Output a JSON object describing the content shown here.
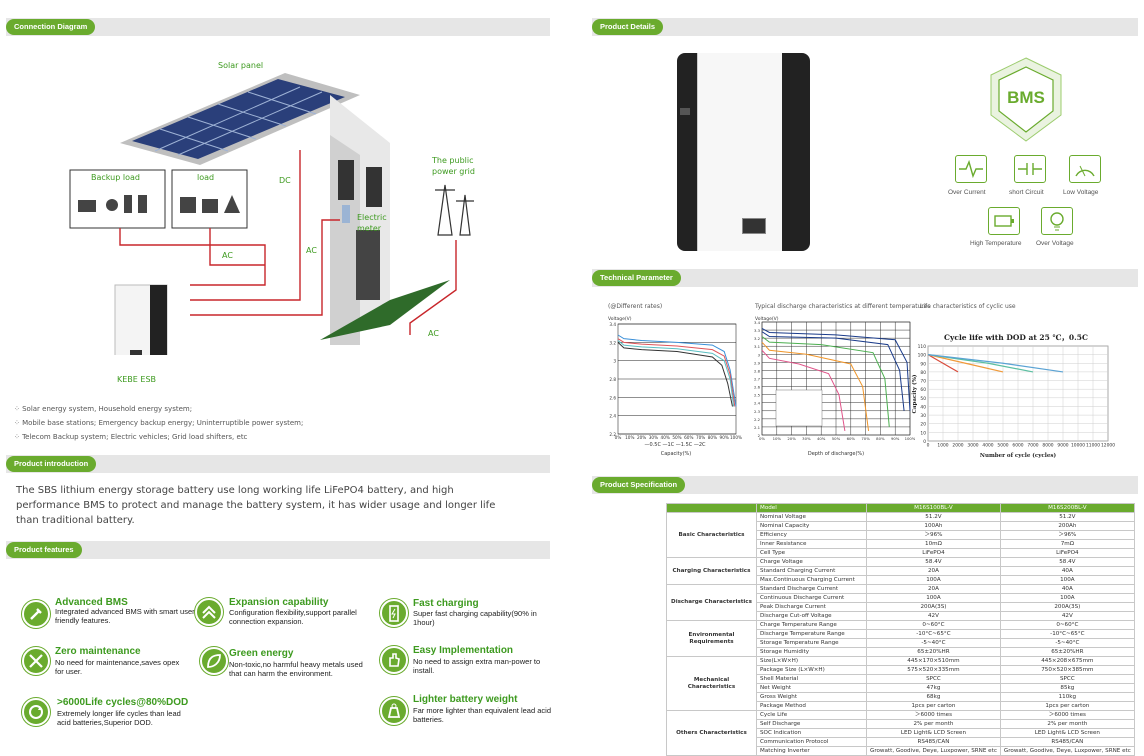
{
  "sections": {
    "connection": "Connection Diagram",
    "details": "Product Details",
    "technical": "Technical Parameter",
    "intro": "Product introduction",
    "features": "Product features",
    "spec": "Product Specification"
  },
  "diagram": {
    "solar_panel": "Solar panel",
    "backup_load": "Backup load",
    "load": "load",
    "dc": "DC",
    "ac1": "AC",
    "ac2": "AC",
    "ac3": "AC",
    "meter": "Electric meter",
    "grid": "The public power grid",
    "esb": "KEBE ESB",
    "bullets": [
      "Solar energy system, Household energy system;",
      "Mobile base stations; Emergency backup energy; Uninterruptible power system;",
      "Telecom Backup system; Electric vehicles; Grid load shifters, etc"
    ]
  },
  "intro_text": "The SBS lithium energy storage battery use long working life LiFePO4 battery, and high performance BMS to protect and manage the battery system, it has wider usage and longer life than traditional battery.",
  "features": [
    {
      "title": "Advanced BMS",
      "desc": "Integrated advanced BMS with smart user friendly features.",
      "icon": "wrench-icon"
    },
    {
      "title": "Expansion capability",
      "desc": "Configuration flexibility,support parallel connection expansion.",
      "icon": "chevrons-up-icon"
    },
    {
      "title": "Fast charging",
      "desc": "Super fast charging capability(90% in 1hour)",
      "icon": "battery-charging-icon"
    },
    {
      "title": "Zero maintenance",
      "desc": "No need for maintenance,saves opex for user.",
      "icon": "tools-icon"
    },
    {
      "title": "Green energy",
      "desc": "Non-toxic,no harmful heavy metals used that can harm the environment.",
      "icon": "leaf-icon"
    },
    {
      "title": "Easy Implementation",
      "desc": "No need to assign extra man-power to install.",
      "icon": "hand-icon"
    },
    {
      "title": ">6000Life cycles@80%DOD",
      "desc": "Extremely longer life cycles than lead acid batteries,Superior DOD.",
      "icon": "cycle-icon"
    },
    {
      "title": "Lighter battery  weight",
      "desc": "Far more lighter than equivalent lead acid batteries.",
      "icon": "weight-icon"
    }
  ],
  "bms": {
    "badge": "BMS",
    "protections": [
      "Over Current",
      "short Circuit",
      "Low Voltage",
      "High Temperature",
      "Over Voltage"
    ]
  },
  "charts": {
    "c1_title": "(@Different rates)",
    "c1_ylabel": "Voltage(V)",
    "c1_xlabel": "Capacity(%)",
    "c1_legend": [
      "0.5C",
      "1C",
      "1.5C",
      "2C"
    ],
    "c1_xticks": [
      "0%",
      "10%",
      "20%",
      "30%",
      "40%",
      "50%",
      "60%",
      "70%",
      "80%",
      "90%",
      "100%"
    ],
    "c1_yticks": [
      "3.4",
      "3.2",
      "3",
      "2.8",
      "2.6",
      "2.4",
      "2.2"
    ],
    "c2_title": "Typical discharge characteristics at different temperatures",
    "c2_ylabel": "Voltage(V)",
    "c2_xlabel": "Depth of discharge(%)",
    "c2_xticks": [
      "0%",
      "10%",
      "20%",
      "30%",
      "40%",
      "50%",
      "60%",
      "70%",
      "80%",
      "90%",
      "100%"
    ],
    "c2_yticks": [
      "3.4",
      "3.3",
      "3.2",
      "3.1",
      "3",
      "2.9",
      "2.8",
      "2.7",
      "2.6",
      "2.5",
      "2.4",
      "2.3",
      "2.2",
      "2.1",
      "2"
    ],
    "c3_title": "Life characteristics of cyclic use",
    "c3_inner_title": "Cycle life with  DOD  at 25 ℃，0.5C",
    "c3_ylabel": "Capacity (%)",
    "c3_xlabel": "Number of cycle (cycles)",
    "c3_xticks": [
      "0",
      "1000",
      "2000",
      "3000",
      "4000",
      "5000",
      "6000",
      "7000",
      "8000",
      "9000",
      "10000",
      "11000",
      "12000"
    ],
    "c3_yticks": [
      "110",
      "100",
      "90",
      "80",
      "70",
      "60",
      "50",
      "40",
      "30",
      "20",
      "10",
      "0"
    ]
  },
  "chart_data": [
    {
      "type": "line",
      "title": "(@Different rates)",
      "xlabel": "Capacity(%)",
      "ylabel": "Voltage(V)",
      "xlim": [
        0,
        100
      ],
      "ylim": [
        2.2,
        3.4
      ],
      "series": [
        {
          "name": "0.5C",
          "color": "#3a8fd8",
          "x": [
            0,
            5,
            20,
            50,
            80,
            90,
            95,
            100
          ],
          "y": [
            3.28,
            3.24,
            3.22,
            3.2,
            3.17,
            3.1,
            2.9,
            2.5
          ]
        },
        {
          "name": "1C",
          "color": "#e0555a",
          "x": [
            0,
            5,
            20,
            50,
            80,
            90,
            95,
            99
          ],
          "y": [
            3.24,
            3.2,
            3.18,
            3.16,
            3.12,
            3.05,
            2.85,
            2.5
          ]
        },
        {
          "name": "1.5C",
          "color": "#5bbfc2",
          "x": [
            0,
            5,
            20,
            50,
            80,
            90,
            95,
            98
          ],
          "y": [
            3.22,
            3.17,
            3.15,
            3.13,
            3.08,
            3.0,
            2.8,
            2.5
          ]
        },
        {
          "name": "2C",
          "color": "#333333",
          "x": [
            0,
            5,
            20,
            50,
            80,
            88,
            93,
            97
          ],
          "y": [
            3.2,
            3.14,
            3.12,
            3.1,
            3.04,
            2.95,
            2.75,
            2.5
          ]
        }
      ]
    },
    {
      "type": "line",
      "title": "Typical discharge characteristics at different temperatures",
      "xlabel": "Depth of discharge(%)",
      "ylabel": "Voltage(V)",
      "xlim": [
        0,
        100
      ],
      "ylim": [
        2,
        3.4
      ],
      "series": [
        {
          "color": "#1a3b8a",
          "x": [
            0,
            5,
            50,
            90,
            98,
            100
          ],
          "y": [
            3.32,
            3.27,
            3.24,
            3.18,
            2.9,
            2.3
          ]
        },
        {
          "color": "#1a3b8a",
          "x": [
            0,
            5,
            50,
            85,
            93,
            96
          ],
          "y": [
            3.28,
            3.22,
            3.2,
            3.12,
            2.8,
            2.3
          ]
        },
        {
          "color": "#4caf50",
          "x": [
            0,
            5,
            40,
            75,
            83,
            86
          ],
          "y": [
            3.22,
            3.15,
            3.12,
            3.02,
            2.7,
            2.1
          ]
        },
        {
          "color": "#f0962a",
          "x": [
            0,
            5,
            30,
            60,
            68,
            72
          ],
          "y": [
            3.15,
            3.05,
            3.0,
            2.88,
            2.6,
            2.05
          ]
        },
        {
          "color": "#e0558a",
          "x": [
            0,
            5,
            25,
            45,
            52,
            56
          ],
          "y": [
            3.05,
            2.95,
            2.88,
            2.76,
            2.5,
            2.05
          ]
        }
      ]
    },
    {
      "type": "line",
      "title": "Cycle life with  DOD  at 25 ℃，0.5C",
      "xlabel": "Number of cycle (cycles)",
      "ylabel": "Capacity (%)",
      "xlim": [
        0,
        12000
      ],
      "ylim": [
        0,
        110
      ],
      "series": [
        {
          "color": "#d94a3a",
          "x": [
            0,
            1500,
            2000
          ],
          "y": [
            100,
            85,
            80
          ]
        },
        {
          "color": "#f09a3a",
          "x": [
            0,
            3000,
            5000
          ],
          "y": [
            100,
            88,
            80
          ]
        },
        {
          "color": "#5bbfa2",
          "x": [
            0,
            4000,
            7000
          ],
          "y": [
            100,
            90,
            80
          ]
        },
        {
          "color": "#5ba3d4",
          "x": [
            0,
            5000,
            9000
          ],
          "y": [
            100,
            90,
            80
          ]
        }
      ]
    }
  ],
  "spec": {
    "header": [
      "Model",
      "M16S100BL-V",
      "M16S200BL-V"
    ],
    "groups": [
      {
        "name": "Basic Characteristics",
        "rows": [
          [
            "Nominal Voltage",
            "51.2V",
            "51.2V"
          ],
          [
            "Nominal Capacity",
            "100Ah",
            "200Ah"
          ],
          [
            "Efficiency",
            "＞96%",
            "＞96%"
          ],
          [
            "Inner Resistance",
            "10mΩ",
            "7mΩ"
          ],
          [
            "Cell Type",
            "LiFePO4",
            "LiFePO4"
          ]
        ]
      },
      {
        "name": "Charging Characteristics",
        "rows": [
          [
            "Charge Voltage",
            "58.4V",
            "58.4V"
          ],
          [
            "Standard Charging Current",
            "20A",
            "40A"
          ],
          [
            "Max.Continuous Charging Current",
            "100A",
            "100A"
          ]
        ]
      },
      {
        "name": "Discharge Characteristics",
        "rows": [
          [
            "Standard Discharge Current",
            "20A",
            "40A"
          ],
          [
            "Continuous Discharge Current",
            "100A",
            "100A"
          ],
          [
            "Peak Discharge Current",
            "200A(3S)",
            "200A(3S)"
          ],
          [
            "Discharge Cut-off Voltage",
            "42V",
            "42V"
          ]
        ]
      },
      {
        "name": "Environmental Requirements",
        "rows": [
          [
            "Charge Temperature Range",
            "0~60°C",
            "0~60°C"
          ],
          [
            "Discharge Temperature Range",
            "-10°C~65°C",
            "-10°C~65°C"
          ],
          [
            "Storage Temperature Range",
            "-5~40°C",
            "-5~40°C"
          ],
          [
            "Storage Humidity",
            "65±20%HR",
            "65±20%HR"
          ]
        ]
      },
      {
        "name": "Mechanical Characteristics",
        "rows": [
          [
            "Size(L×W×H)",
            "445×170×510mm",
            "445×208×675mm"
          ],
          [
            " Package Size (L×W×H)",
            "575×520×335mm",
            "750×520×385mm"
          ],
          [
            "Shell Material",
            "SPCC",
            "SPCC"
          ],
          [
            "Net Weight",
            "47kg",
            "85kg"
          ],
          [
            "Gross Weight",
            "68kg",
            "110kg"
          ],
          [
            "Package Method",
            "1pcs per carton",
            "1pcs per carton"
          ]
        ]
      },
      {
        "name": "Others Characteristics",
        "rows": [
          [
            "Cycle Life",
            "＞6000 times",
            "＞6000 times"
          ],
          [
            "Self Discharge",
            "2% per month",
            "2% per month"
          ],
          [
            "SOC Indication",
            "LED Light& LCD Screen",
            "LED Light& LCD Screen"
          ],
          [
            "Communication Protocol",
            "RS485/CAN",
            "RS485/CAN"
          ],
          [
            "Matching Inverter",
            "Growatt, Goodive, Deye, Luxpower, SRNE etc",
            "Growatt, Goodive, Deye, Luxpower, SRNE etc"
          ]
        ]
      }
    ]
  }
}
